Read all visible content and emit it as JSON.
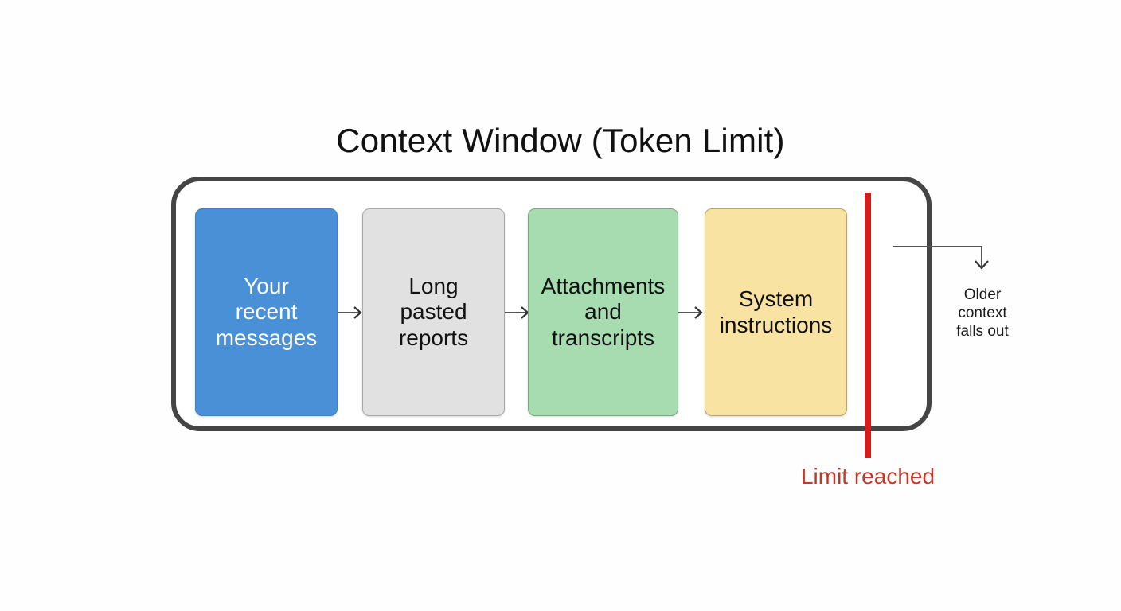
{
  "diagram": {
    "title": "Context Window (Token Limit)",
    "type": "flow-diagram",
    "container": {
      "name": "context-window",
      "style": "rounded-rectangle",
      "border_color": "#454545"
    },
    "segments": [
      {
        "id": "user-messages",
        "label": "Your recent messages",
        "lines": [
          "Your",
          "recent",
          "messages"
        ],
        "fill": "#4a90d6",
        "text_color": "#ffffff",
        "order": 1
      },
      {
        "id": "pasted-reports",
        "label": "Long pasted reports",
        "lines": [
          "Long",
          "pasted",
          "reports"
        ],
        "fill": "#e1e1e1",
        "text_color": "#111111",
        "order": 2
      },
      {
        "id": "attachments",
        "label": "Attachments and transcripts",
        "lines": [
          "Attachments",
          "and",
          "transcripts"
        ],
        "fill": "#a6dcb0",
        "text_color": "#111111",
        "order": 3
      },
      {
        "id": "system-instructions",
        "label": "System instructions",
        "lines": [
          "System",
          "instructions"
        ],
        "fill": "#f9e3a2",
        "text_color": "#111111",
        "order": 4
      }
    ],
    "connectors": [
      {
        "id": "connector-1",
        "from": "user-messages",
        "to": "pasted-reports",
        "style": "arrow-right",
        "color": "#555555"
      },
      {
        "id": "connector-2",
        "from": "pasted-reports",
        "to": "attachments",
        "style": "arrow-right",
        "color": "#555555"
      },
      {
        "id": "connector-3",
        "from": "attachments",
        "to": "system-instructions",
        "style": "arrow-right",
        "color": "#555555"
      }
    ],
    "limit_marker": {
      "id": "limit-line",
      "label": "Limit reached",
      "color": "#d41c1c",
      "label_color": "#c0392b"
    },
    "overflow_callout": {
      "id": "fallout",
      "lines": [
        "Older",
        "context",
        "falls out"
      ],
      "label": "Older context falls out",
      "arrow_style": "elbow-down",
      "arrow_color": "#555555"
    }
  }
}
